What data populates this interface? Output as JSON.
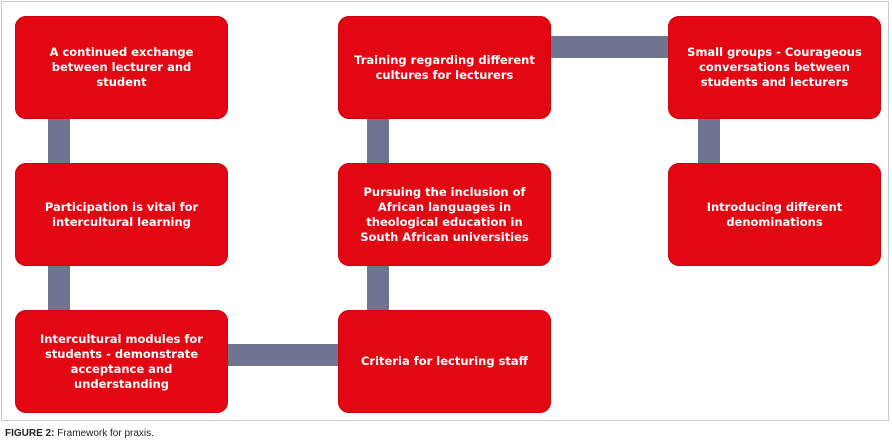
{
  "diagram": {
    "boxes": [
      {
        "id": "b1",
        "text": "A continued exchange between lecturer and student"
      },
      {
        "id": "b2",
        "text": "Participation is vital for intercultural learning"
      },
      {
        "id": "b3",
        "text": "Intercultural modules for students - demonstrate acceptance and understanding"
      },
      {
        "id": "b4",
        "text": "Criteria for lecturing staff"
      },
      {
        "id": "b5",
        "text": "Pursuing the inclusion of African languages in theological education in South African universities"
      },
      {
        "id": "b6",
        "text": "Training regarding different cultures for lecturers"
      },
      {
        "id": "b7",
        "text": "Small groups - Courageous conversations between students and lecturers"
      },
      {
        "id": "b8",
        "text": "Introducing different denominations"
      }
    ],
    "colors": {
      "box": "#e30613",
      "connector": "#6f7591",
      "text": "#ffffff"
    }
  },
  "caption": {
    "label": "FIGURE 2:",
    "text": " Framework for praxis."
  }
}
